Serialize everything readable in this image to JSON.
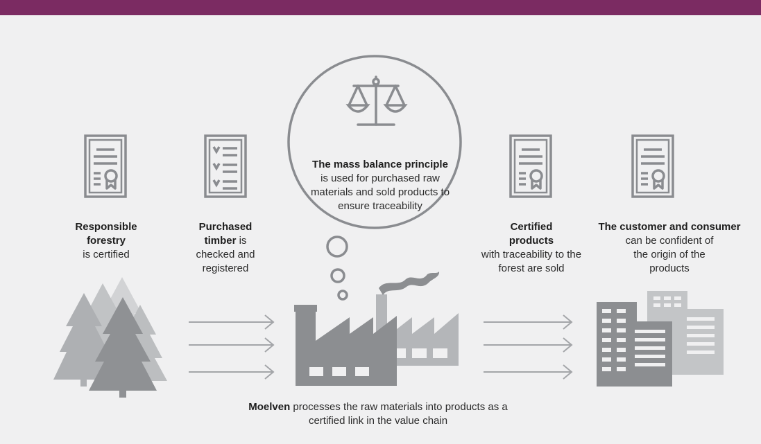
{
  "colors": {
    "top_bar": "#7b2b62",
    "background": "#f0f0f1",
    "icon_outline": "#8a8c90",
    "tree_dark": "#8f9194",
    "tree_mid": "#a9abae",
    "tree_light": "#cfd0d2",
    "factory_dark": "#8c8e91",
    "factory_light": "#b4b6b9",
    "building_dark": "#8c8e91",
    "building_light": "#c3c5c7",
    "arrow": "#a3a5a8"
  },
  "icons": {
    "certificate_1": "certificate-icon",
    "checklist": "checklist-icon",
    "scales": "scales-icon",
    "certificate_2": "certificate-icon",
    "certificate_3": "certificate-icon",
    "forest": "forest-icon",
    "factory": "factory-icon",
    "buildings": "buildings-icon"
  },
  "captions": {
    "forestry": {
      "bold": "Responsible forestry",
      "rest": "is certified"
    },
    "timber": {
      "bold": "Purchased timber",
      "rest": " is checked and registered"
    },
    "mass_balance": {
      "bold": "The mass balance principle",
      "rest": "is used for purchased raw materials and sold products to ensure traceability"
    },
    "certified": {
      "bold": "Certified products",
      "rest": "with traceability to the forest are sold"
    },
    "customer": {
      "bold": "The customer and consumer",
      "rest": "can be confident of the origin of the products"
    },
    "moelven": {
      "bold": "Moelven",
      "rest": " processes the raw materials into products as a certified link in the value chain"
    }
  }
}
